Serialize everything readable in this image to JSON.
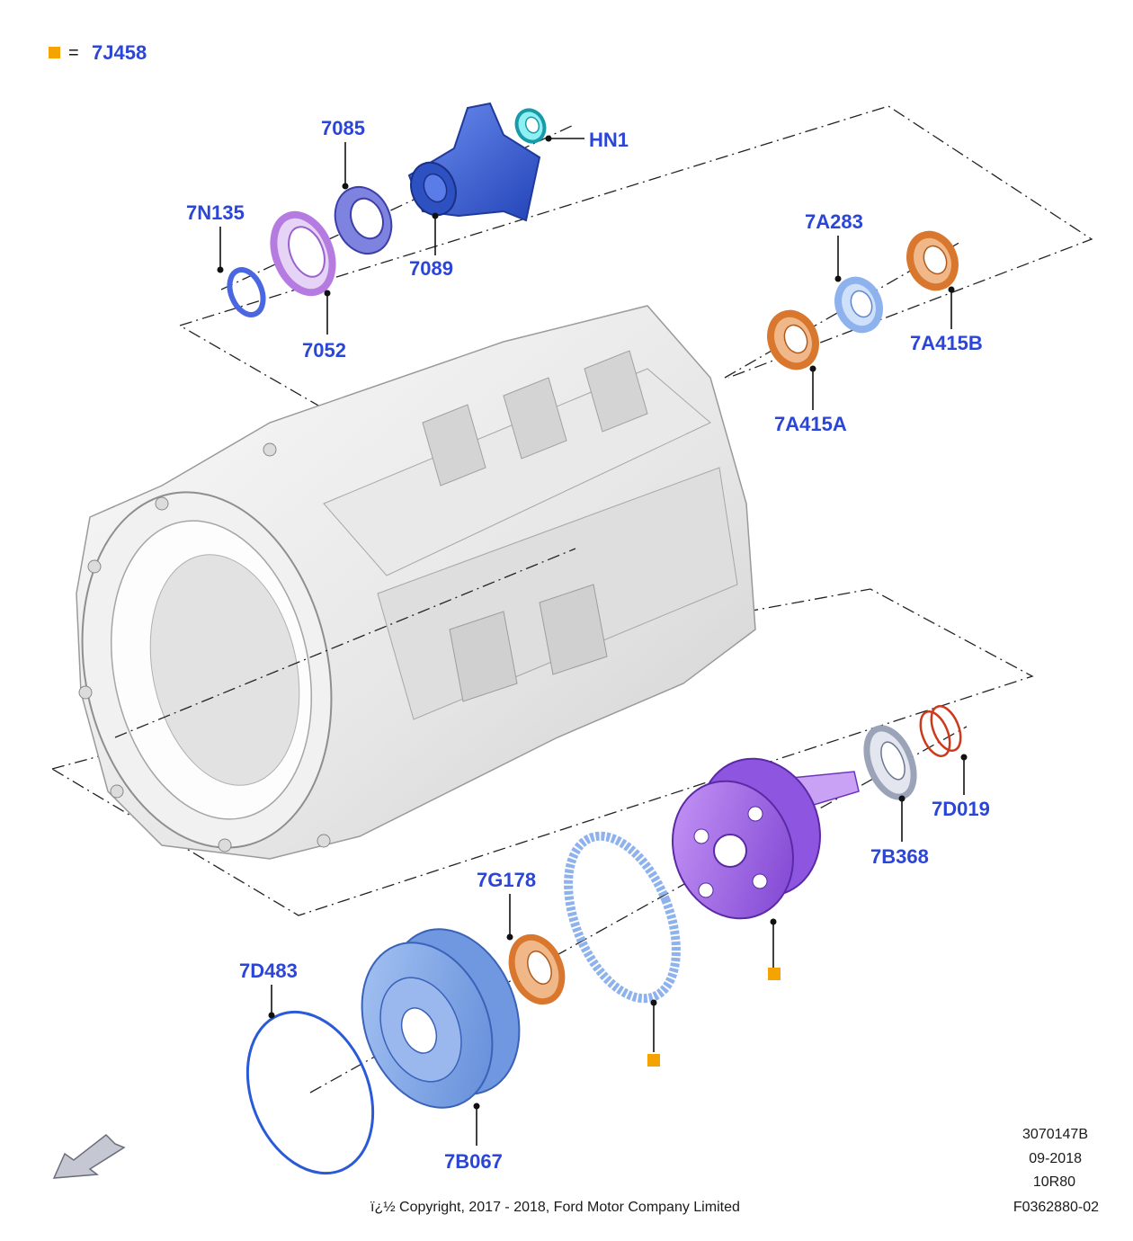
{
  "legend": {
    "symbol_color": "#f5a300",
    "equals": "=",
    "code": "7J458"
  },
  "labels": {
    "p7085": "7085",
    "hn1": "HN1",
    "p7n135": "7N135",
    "p7089": "7089",
    "p7052": "7052",
    "p7a283": "7A283",
    "p7a415b": "7A415B",
    "p7a415a": "7A415A",
    "p7d019": "7D019",
    "p7b368": "7B368",
    "p7g178": "7G178",
    "p7d483": "7D483",
    "p7b067": "7B067"
  },
  "info": {
    "line1": "3070147B",
    "line2": "09-2018",
    "line3": "10R80",
    "line4": "F0362880-02"
  },
  "copyright": "ï¿½ Copyright, 2017 - 2018, Ford Motor Company Limited",
  "colors": {
    "label": "#2b45d6",
    "yoke": "#3b63d8",
    "seal_cyan": "#38d4dc",
    "bearing": "#5b5fd0",
    "seal_purple": "#b57be0",
    "retainer": "#4a66e0",
    "orange_ring": "#d9772e",
    "light_blue": "#8db2ee",
    "red_ring": "#cc3a1e",
    "grey_washer": "#9aa3b8",
    "carrier": "#a86df0",
    "drum": "#7fa8e8",
    "snap_ring": "#2a5ad8",
    "housing": "#ededed"
  },
  "icons": {
    "direction": "arrow-icon"
  }
}
